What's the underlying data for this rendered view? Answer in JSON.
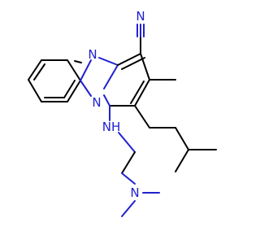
{
  "structure": {
    "atom_labels": {
      "nitrile_n": "N",
      "ring_n_imidazole": "N",
      "ring_n_bridge": "N",
      "amine_nh": "NH",
      "dimethylamine_n": "N"
    },
    "colors": {
      "carbon_bonds": "#000000",
      "nitrogen": "#2020d0",
      "background": "#ffffff"
    }
  }
}
